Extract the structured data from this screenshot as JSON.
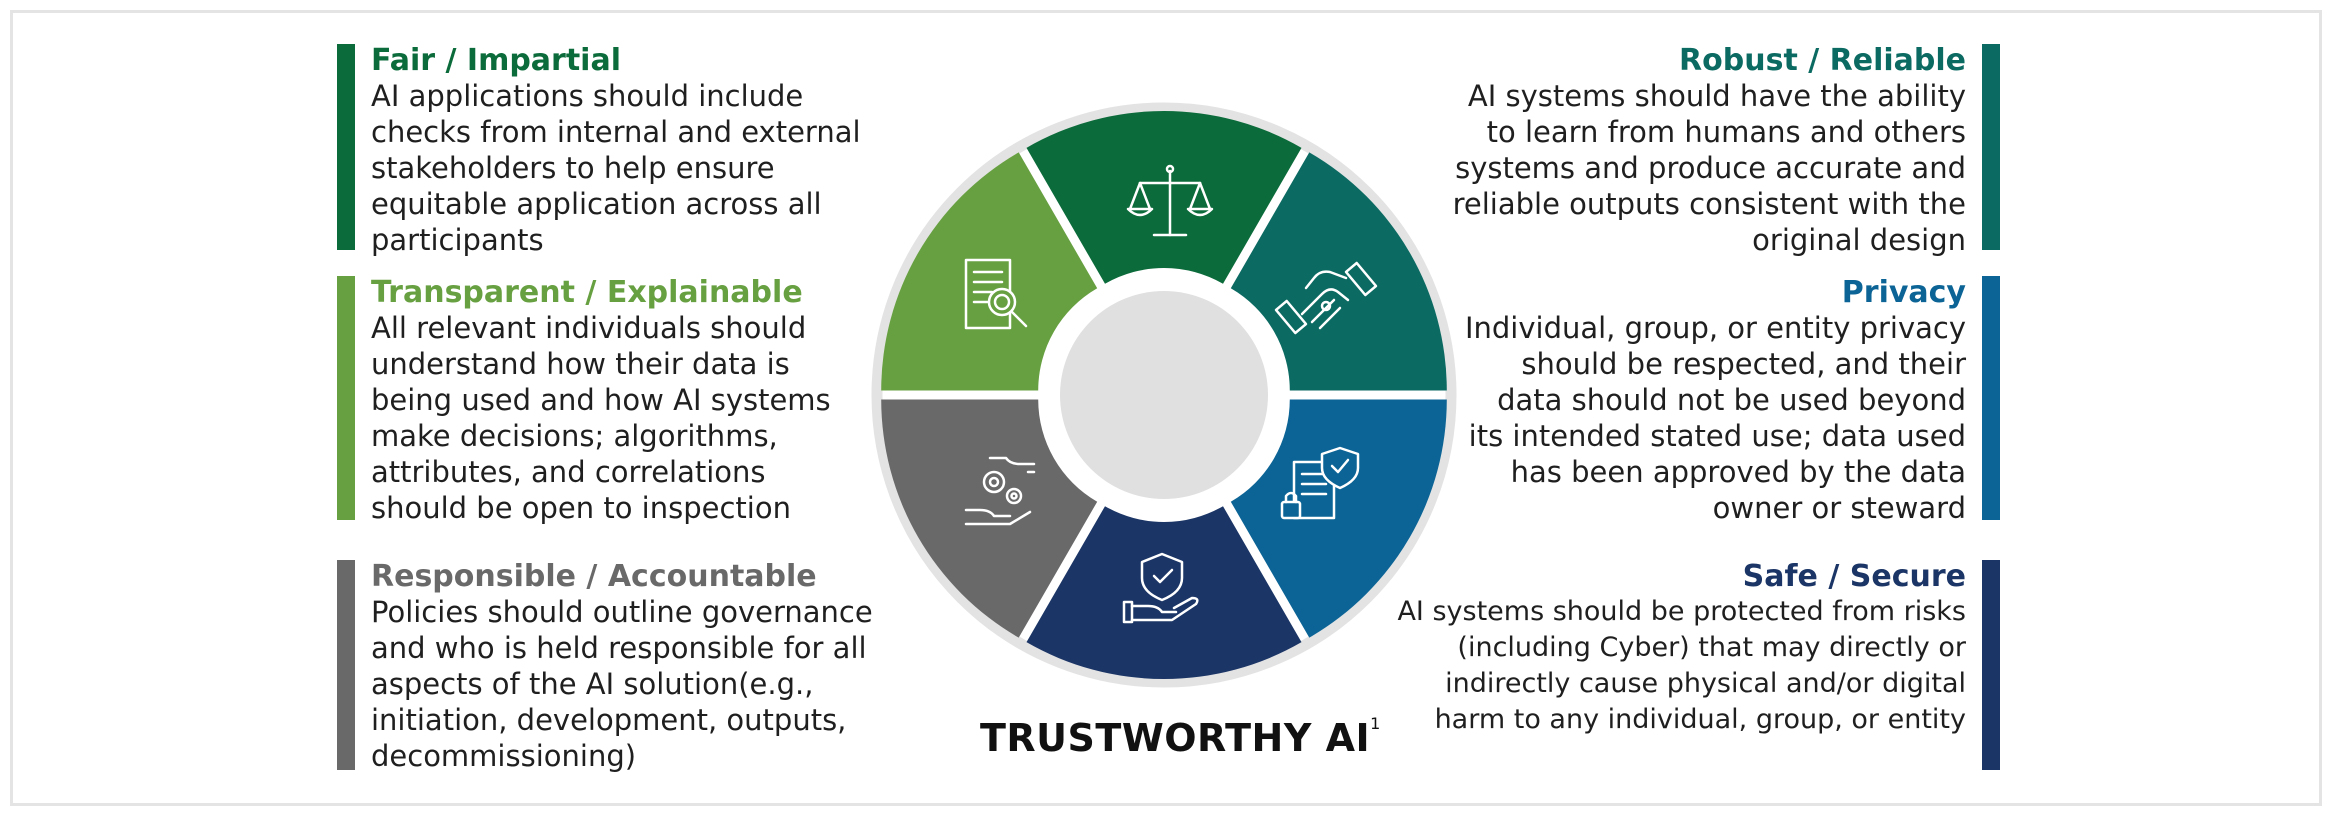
{
  "title": "TRUSTWORTHY AI",
  "footnote": "1",
  "colors": {
    "fair": "#0b6b3a",
    "transparent": "#67a041",
    "responsible": "#696969",
    "robust": "#0b6a62",
    "privacy": "#0b6495",
    "safe": "#1b3566",
    "ring": "#e3e3e3",
    "hub": "#e0e0e0"
  },
  "left": [
    {
      "key": "fair",
      "title": "Fair / Impartial",
      "lines": [
        "AI applications should include",
        "checks from internal and external",
        "stakeholders to help ensure",
        "equitable application across all",
        "participants"
      ]
    },
    {
      "key": "transparent",
      "title": "Transparent / Explainable",
      "lines": [
        "All relevant individuals should",
        "understand how their data is",
        "being used and how AI systems",
        "make decisions; algorithms,",
        "attributes, and correlations",
        "should be open to inspection"
      ]
    },
    {
      "key": "responsible",
      "title": "Responsible / Accountable",
      "lines": [
        "Policies should outline governance",
        "and who is held responsible for all",
        "aspects of the AI solution(e.g.,",
        "initiation, development, outputs,",
        "decommissioning)"
      ]
    }
  ],
  "right": [
    {
      "key": "robust",
      "title": "Robust / Reliable",
      "lines": [
        "AI systems should have the ability",
        "to learn from humans and others",
        "systems and produce accurate and",
        "reliable outputs consistent with the",
        "original design"
      ]
    },
    {
      "key": "privacy",
      "title": "Privacy",
      "lines": [
        "Individual, group, or entity privacy",
        "should be respected, and their",
        "data should not be used beyond",
        "its intended stated use; data used",
        "has been approved by the data",
        "owner or steward"
      ]
    },
    {
      "key": "safe",
      "title": "Safe / Secure",
      "lines": [
        "AI systems should be protected from risks",
        "(including Cyber) that may directly or",
        "indirectly cause physical and/or digital",
        "harm to any individual, group, or entity"
      ]
    }
  ],
  "wheel": {
    "segments": [
      {
        "key": "fair",
        "icon": "scales-icon"
      },
      {
        "key": "robust",
        "icon": "handshake-icon"
      },
      {
        "key": "privacy",
        "icon": "secure-document-icon"
      },
      {
        "key": "safe",
        "icon": "shield-hand-icon"
      },
      {
        "key": "responsible",
        "icon": "gears-hands-icon"
      },
      {
        "key": "transparent",
        "icon": "document-magnifier-icon"
      }
    ]
  }
}
